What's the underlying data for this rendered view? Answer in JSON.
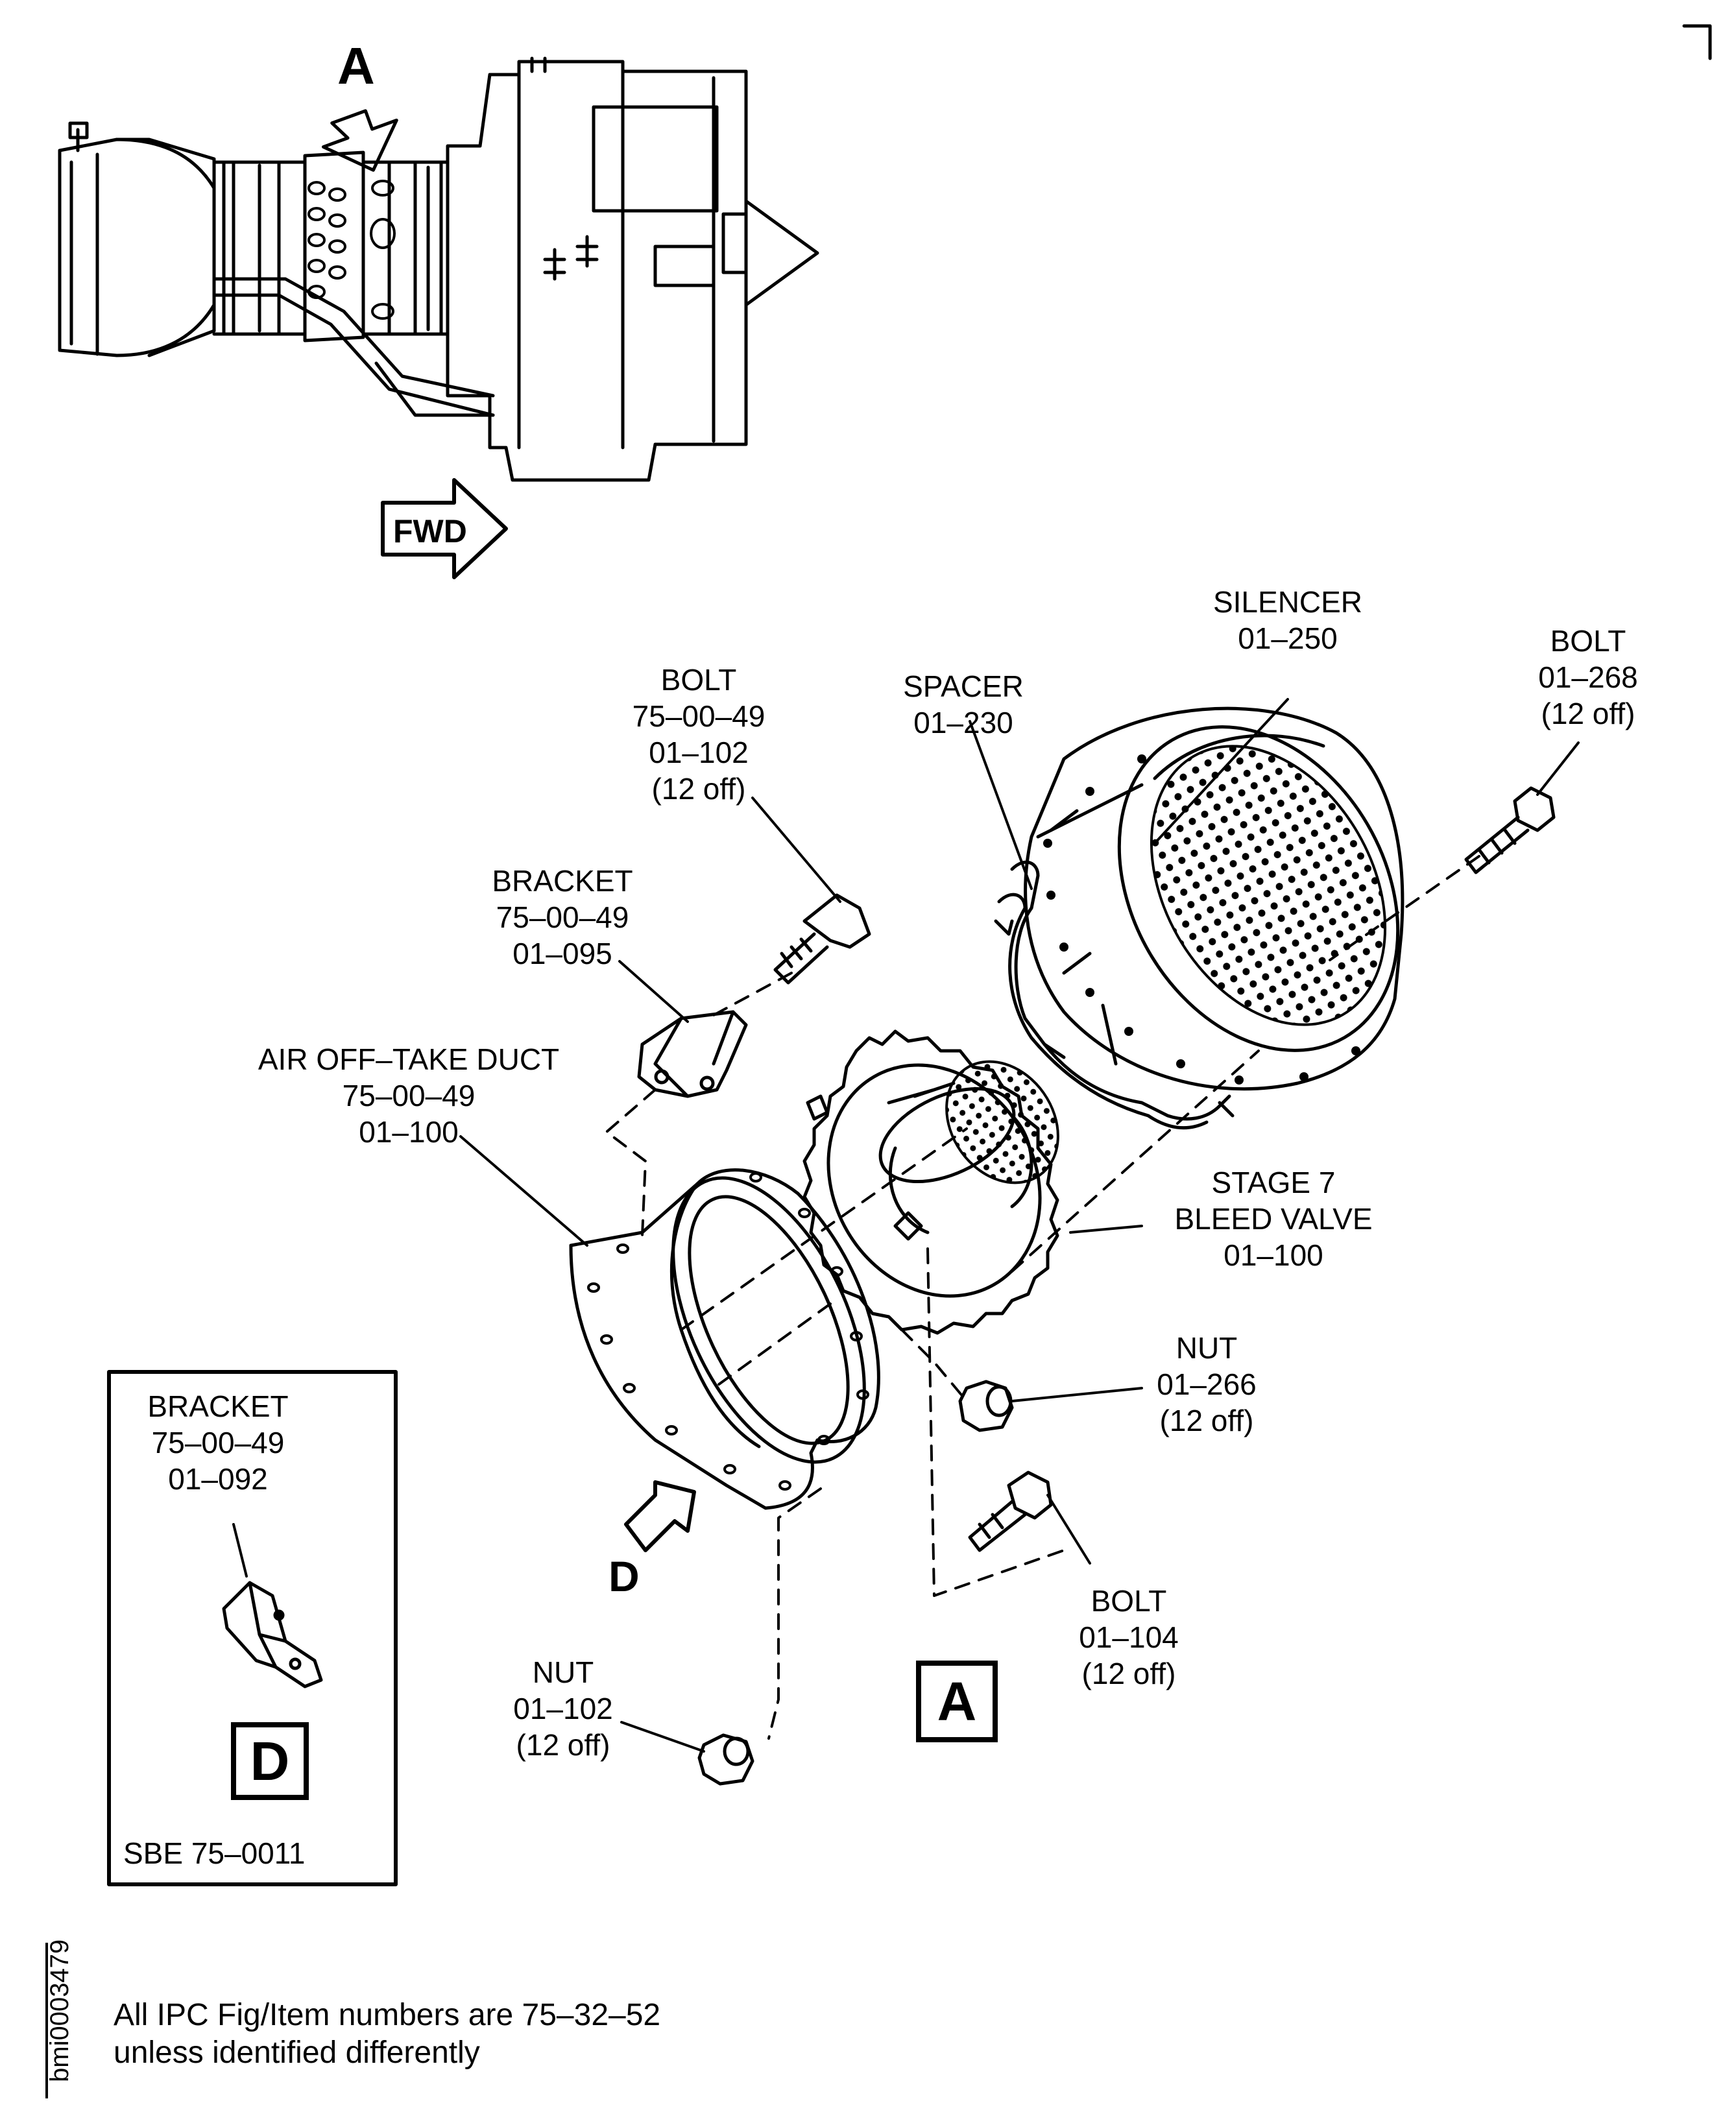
{
  "figure_id": "bmi0003479",
  "view_letters": {
    "top_arrow": "A",
    "detail_a": "A",
    "arrow_d": "D",
    "detail_d": "D"
  },
  "fwd_label": "FWD",
  "parts": {
    "silencer": [
      "SILENCER",
      "01–250"
    ],
    "spacer": [
      "SPACER",
      "01–230"
    ],
    "bolt_268": [
      "BOLT",
      "01–268",
      "(12 off)"
    ],
    "bolt_102": [
      "BOLT",
      "75–00–49",
      "01–102",
      "(12 off)"
    ],
    "bracket_095": [
      "BRACKET",
      "75–00–49",
      "01–095"
    ],
    "air_offtake_duct": [
      "AIR OFF–TAKE DUCT",
      "75–00–49",
      "01–100"
    ],
    "bleed_valve": [
      "STAGE 7",
      "BLEED VALVE",
      "01–100"
    ],
    "nut_266": [
      "NUT",
      "01–266",
      "(12 off)"
    ],
    "bolt_104": [
      "BOLT",
      "01–104",
      "(12 off)"
    ],
    "nut_102": [
      "NUT",
      "01–102",
      "(12 off)"
    ]
  },
  "inset": {
    "bracket_092": [
      "BRACKET",
      "75–00–49",
      "01–092"
    ],
    "ref": "SBE 75–0011"
  },
  "footnote": [
    "All IPC Fig/Item numbers are 75–32–52",
    "unless identified differently"
  ]
}
